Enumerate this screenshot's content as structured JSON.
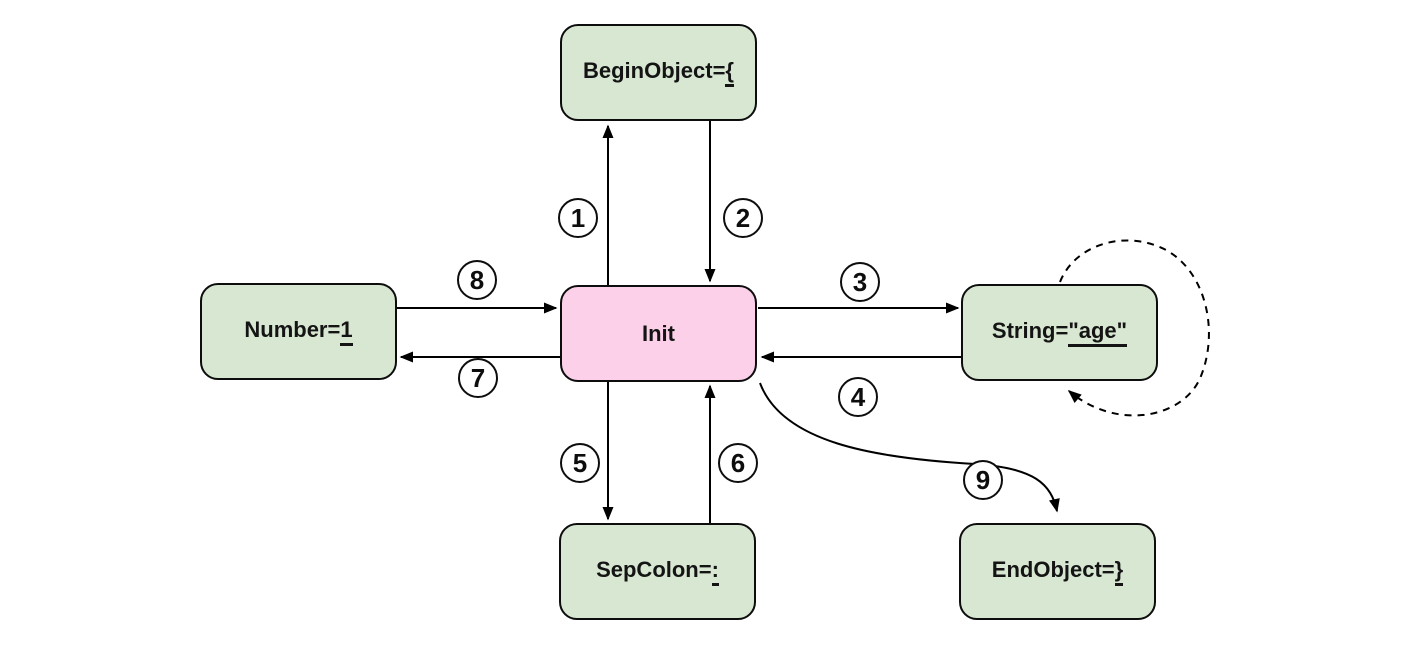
{
  "diagram": {
    "type": "state-machine",
    "nodes": {
      "init": {
        "label": "Init"
      },
      "begin_object": {
        "name": "BeginObject=",
        "token": "{"
      },
      "string": {
        "name": "String=",
        "token": "\"age\""
      },
      "number": {
        "name": "Number=",
        "token": "1"
      },
      "sep_colon": {
        "name": "SepColon=",
        "token": ":"
      },
      "end_object": {
        "name": "EndObject=",
        "token": "}"
      }
    },
    "edges": [
      {
        "number": "1",
        "from": "Init",
        "to": "BeginObject",
        "style": "solid-straight"
      },
      {
        "number": "2",
        "from": "BeginObject",
        "to": "Init",
        "style": "solid-straight"
      },
      {
        "number": "3",
        "from": "Init",
        "to": "String",
        "style": "solid-straight"
      },
      {
        "number": "4",
        "from": "String",
        "to": "Init",
        "style": "solid-straight"
      },
      {
        "number": "5",
        "from": "Init",
        "to": "SepColon",
        "style": "solid-straight"
      },
      {
        "number": "6",
        "from": "SepColon",
        "to": "Init",
        "style": "solid-straight"
      },
      {
        "number": "7",
        "from": "Init",
        "to": "Number",
        "style": "solid-straight"
      },
      {
        "number": "8",
        "from": "Number",
        "to": "Init",
        "style": "solid-straight"
      },
      {
        "number": "9",
        "from": "Init",
        "to": "EndObject",
        "style": "solid-curved"
      },
      {
        "number": "",
        "from": "String",
        "to": "String",
        "style": "dashed-self-loop"
      }
    ],
    "colors": {
      "node_fill_green": "#d8e7d2",
      "node_fill_pink": "#fbd0e8",
      "node_border": "#0d0d0d",
      "edge_stroke": "#000000",
      "background": "#ffffff"
    }
  }
}
